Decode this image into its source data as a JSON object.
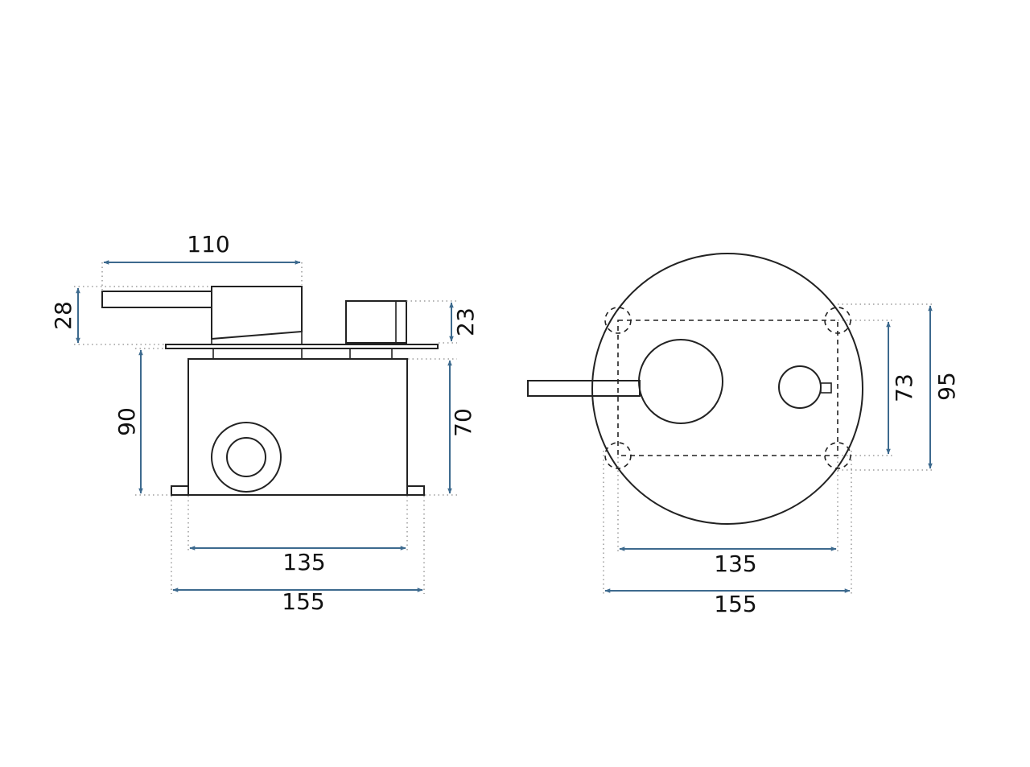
{
  "colors": {
    "outline": "#222222",
    "dimension_arrow": "#3d6a8e",
    "extension_line": "#8a8a8a",
    "background": "#ffffff"
  },
  "side_view": {
    "width_top": "110",
    "handle_height": "28",
    "knob_height": "23",
    "total_height": "90",
    "box_height": "70",
    "inner_width": "135",
    "outer_width": "155"
  },
  "front_view": {
    "inner_height": "73",
    "outer_height": "95",
    "inner_width": "135",
    "outer_width": "155"
  }
}
